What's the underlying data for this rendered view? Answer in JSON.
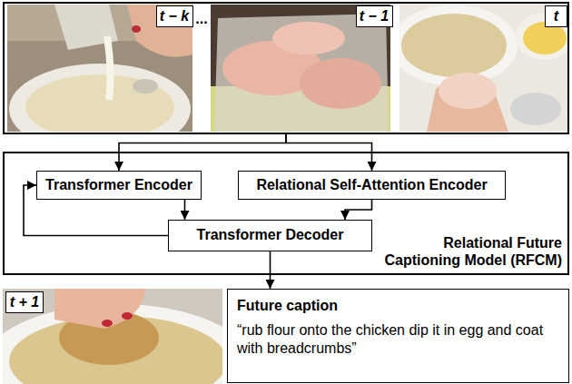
{
  "diagram": {
    "nodes": [
      {
        "text": [
          "..."
        ]
      },
      {
        "text": [
          "t − k"
        ],
        "in": 0
      },
      {
        "text": [
          "t − 1"
        ],
        "in": 0
      },
      {
        "text": [
          "t"
        ],
        "in": 0
      },
      {
        "text": [
          "Relational Future Captioning Model (RFCM)"
        ]
      },
      {
        "text": [
          "Transformer Encoder"
        ],
        "in": 4
      },
      {
        "text": [
          "Relational Self-Attention Encoder"
        ],
        "in": 4
      },
      {
        "text": [
          "Transformer Decoder"
        ],
        "in": 4
      },
      {
        "text": [
          "t + 1"
        ]
      },
      {
        "text": [
          "Future caption",
          "“rub flour onto the chicken dip it in egg and coat with breadcrumbs”"
        ]
      }
    ],
    "edges": [
      {
        "from": 0,
        "to": 5,
        "arrow": "to"
      },
      {
        "from": 0,
        "to": 6,
        "arrow": "to"
      },
      {
        "from": 5,
        "to": 7,
        "arrow": "to"
      },
      {
        "from": 6,
        "to": 7,
        "arrow": "to"
      },
      {
        "from": 7,
        "to": 5,
        "arrow": "to"
      },
      {
        "from": 7,
        "to": 9,
        "arrow": "to"
      }
    ]
  }
}
